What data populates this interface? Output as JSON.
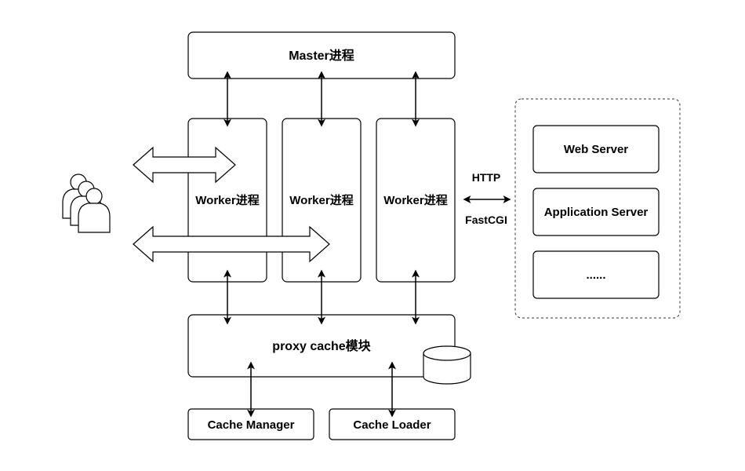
{
  "diagram": {
    "master": {
      "label": "Master进程"
    },
    "workers": [
      {
        "label": "Worker进程"
      },
      {
        "label": "Worker进程"
      },
      {
        "label": "Worker进程"
      }
    ],
    "proxy_cache": {
      "label": "proxy cache模块"
    },
    "cache_manager": {
      "label": "Cache Manager"
    },
    "cache_loader": {
      "label": "Cache Loader"
    },
    "protocol_labels": {
      "http": "HTTP",
      "fastcgi": "FastCGI"
    },
    "backend_servers": [
      {
        "label": "Web Server"
      },
      {
        "label": "Application Server"
      },
      {
        "label": "......"
      }
    ],
    "colors": {
      "stroke": "#000000",
      "fill": "#ffffff",
      "dashed_border": "#333333"
    },
    "icons": {
      "users": "users-icon",
      "database": "database-icon"
    }
  }
}
